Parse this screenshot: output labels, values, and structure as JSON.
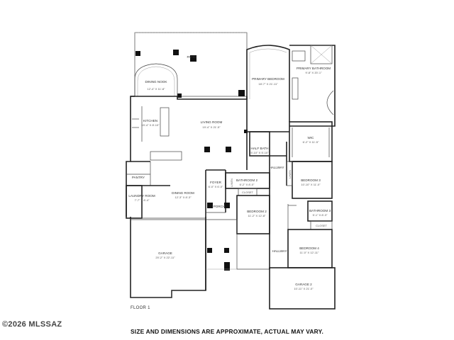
{
  "rooms": {
    "patio": {
      "name": "PATIO"
    },
    "dining_nook": {
      "name": "DINING NOOK",
      "dims": "12'-4\" X 11'-8\""
    },
    "primary_bedroom": {
      "name": "PRIMARY BEDROOM",
      "dims": "18'-7\" X 21'-11\""
    },
    "primary_bathroom": {
      "name": "PRIMARY BATHROOM",
      "dims": "9'-8\" X 20'-1\""
    },
    "kitchen": {
      "name": "KITCHEN",
      "dims": "15'-4\" X 8'-10\""
    },
    "living_room": {
      "name": "LIVING ROOM",
      "dims": "19'-4\" X 21'-5\""
    },
    "wic": {
      "name": "WIC",
      "dims": "6'-2\" X 11'-5\""
    },
    "half_bath": {
      "name": "HALF BATH",
      "dims": "5'-10\" X 5'-10\""
    },
    "hallway_top": {
      "name": "HALLWAY"
    },
    "linen_top": {
      "name": "LINEN"
    },
    "pantry": {
      "name": "PANTRY"
    },
    "bathroom_2": {
      "name": "BATHROOM 2",
      "dims": "6'-2\" X 8'-0\""
    },
    "bedroom_3": {
      "name": "BEDROOM 3",
      "dims": "10'-10\" X 11'-0\""
    },
    "laundry_room": {
      "name": "LAUNDRY ROOM",
      "dims": "7'-7\" X 8'-4\""
    },
    "dining_room": {
      "name": "DINING ROOM",
      "dims": "12'-3\" X 8'-3\""
    },
    "foyer": {
      "name": "FOYER",
      "dims": "6'-0\" X 6'-0\""
    },
    "linen_mid": {
      "name": "LINEN"
    },
    "closet_a": {
      "name": "CLOSET"
    },
    "porch": {
      "name": "PORCH"
    },
    "bedroom_2": {
      "name": "BEDROOM 2",
      "dims": "11'-2\" X 12'-8\""
    },
    "bathroom_3": {
      "name": "BATHROOM 3",
      "dims": "5'-1\" X 8'-3\""
    },
    "closet_b": {
      "name": "CLOSET"
    },
    "garage": {
      "name": "GARAGE",
      "dims": "20'-2\" X 22'-11\""
    },
    "hallway_bottom": {
      "name": "HALLWAY"
    },
    "bedroom_4": {
      "name": "BEDROOM 4",
      "dims": "11'-0\" X 12'-11\""
    },
    "garage_2": {
      "name": "GARAGE 2",
      "dims": "10'-11\" X 21'-0\""
    }
  },
  "floor_label": "FLOOR 1",
  "copyright": "©2026 MLSSAZ",
  "disclaimer": "SIZE AND DIMENSIONS ARE APPROXIMATE, ACTUAL MAY VARY."
}
